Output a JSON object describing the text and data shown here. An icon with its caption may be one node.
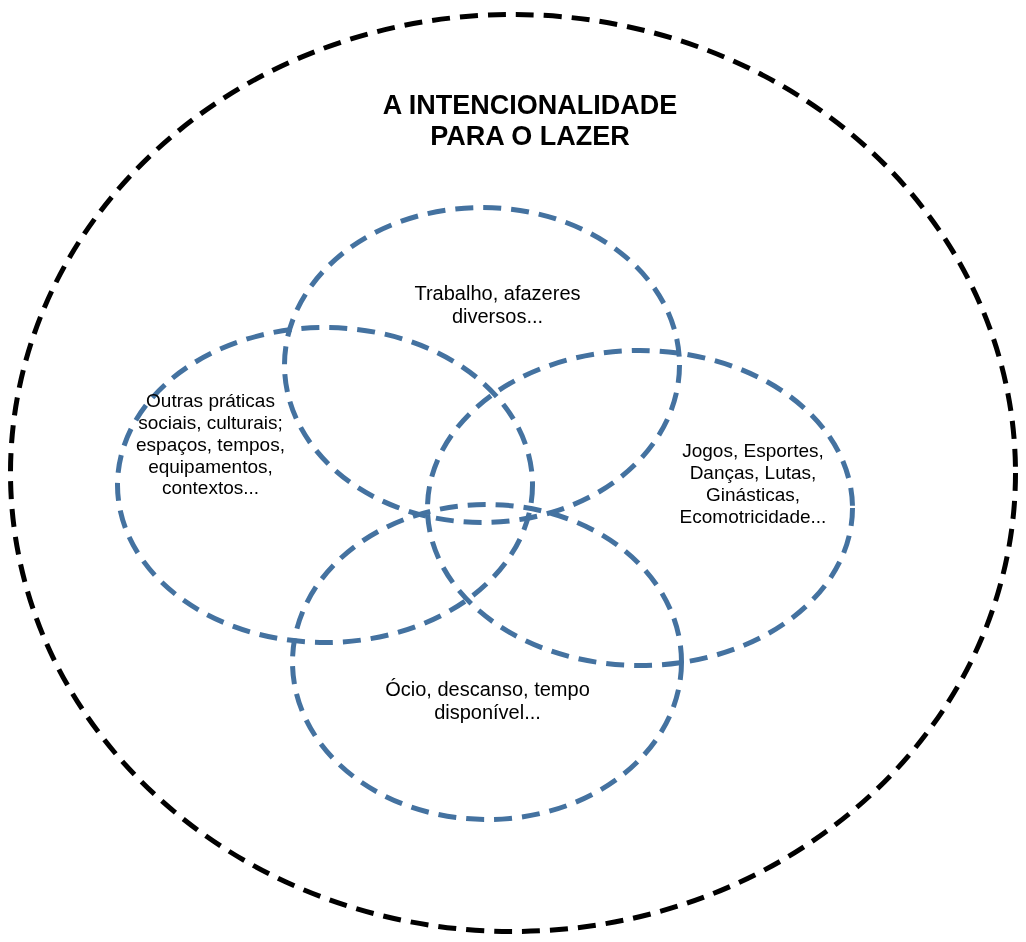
{
  "diagram": {
    "nodes": [
      {
        "text": [
          "A INTENCIONALIDADE PARA O LAZER"
        ]
      },
      {
        "text": [
          "Trabalho, afazeres diversos..."
        ],
        "in": 0
      },
      {
        "text": [
          "Outras práticas sociais, culturais; espaços, tempos, equipamentos, contextos..."
        ],
        "in": 0
      },
      {
        "text": [
          "Jogos, Esportes, Danças, Lutas, Ginásticas, Ecomotricidade..."
        ],
        "in": 0
      },
      {
        "text": [
          "Ócio, descanso, tempo disponível..."
        ],
        "in": 0
      }
    ],
    "edges": []
  }
}
